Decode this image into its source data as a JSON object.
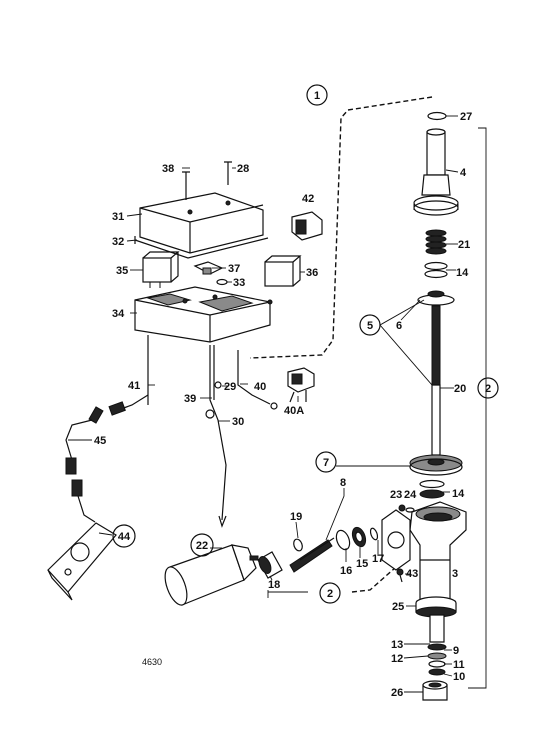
{
  "diagram": {
    "labels": [
      {
        "id": "l1",
        "text": "1",
        "circled": true
      },
      {
        "id": "l27",
        "text": "27"
      },
      {
        "id": "l4",
        "text": "4"
      },
      {
        "id": "l38",
        "text": "38"
      },
      {
        "id": "l28",
        "text": "28"
      },
      {
        "id": "l42",
        "text": "42"
      },
      {
        "id": "l31",
        "text": "31"
      },
      {
        "id": "l32",
        "text": "32"
      },
      {
        "id": "l21",
        "text": "21"
      },
      {
        "id": "l35",
        "text": "35"
      },
      {
        "id": "l37",
        "text": "37"
      },
      {
        "id": "l36",
        "text": "36"
      },
      {
        "id": "l33",
        "text": "33"
      },
      {
        "id": "l14a",
        "text": "14"
      },
      {
        "id": "l34",
        "text": "34"
      },
      {
        "id": "l5",
        "text": "5",
        "circled": true
      },
      {
        "id": "l6",
        "text": "6"
      },
      {
        "id": "l41",
        "text": "41"
      },
      {
        "id": "l29",
        "text": "29"
      },
      {
        "id": "l40",
        "text": "40"
      },
      {
        "id": "l20",
        "text": "20"
      },
      {
        "id": "l2a",
        "text": "2",
        "circled": true
      },
      {
        "id": "l39",
        "text": "39"
      },
      {
        "id": "l40a",
        "text": "40A"
      },
      {
        "id": "l30",
        "text": "30"
      },
      {
        "id": "l45",
        "text": "45"
      },
      {
        "id": "l7",
        "text": "7",
        "circled": true
      },
      {
        "id": "l8",
        "text": "8"
      },
      {
        "id": "l23",
        "text": "23"
      },
      {
        "id": "l24",
        "text": "24"
      },
      {
        "id": "l14b",
        "text": "14"
      },
      {
        "id": "l19",
        "text": "19"
      },
      {
        "id": "l44",
        "text": "44",
        "circled": true
      },
      {
        "id": "l22",
        "text": "22",
        "circled": true
      },
      {
        "id": "l17",
        "text": "17"
      },
      {
        "id": "l16",
        "text": "16"
      },
      {
        "id": "l15",
        "text": "15"
      },
      {
        "id": "l43",
        "text": "43"
      },
      {
        "id": "l3",
        "text": "3"
      },
      {
        "id": "l18",
        "text": "18"
      },
      {
        "id": "l2b",
        "text": "2",
        "circled": true
      },
      {
        "id": "l25",
        "text": "25"
      },
      {
        "id": "l13",
        "text": "13"
      },
      {
        "id": "l9",
        "text": "9"
      },
      {
        "id": "l12",
        "text": "12"
      },
      {
        "id": "l11",
        "text": "11"
      },
      {
        "id": "l10",
        "text": "10"
      },
      {
        "id": "l26",
        "text": "26"
      }
    ],
    "drawing_code": "4630"
  }
}
